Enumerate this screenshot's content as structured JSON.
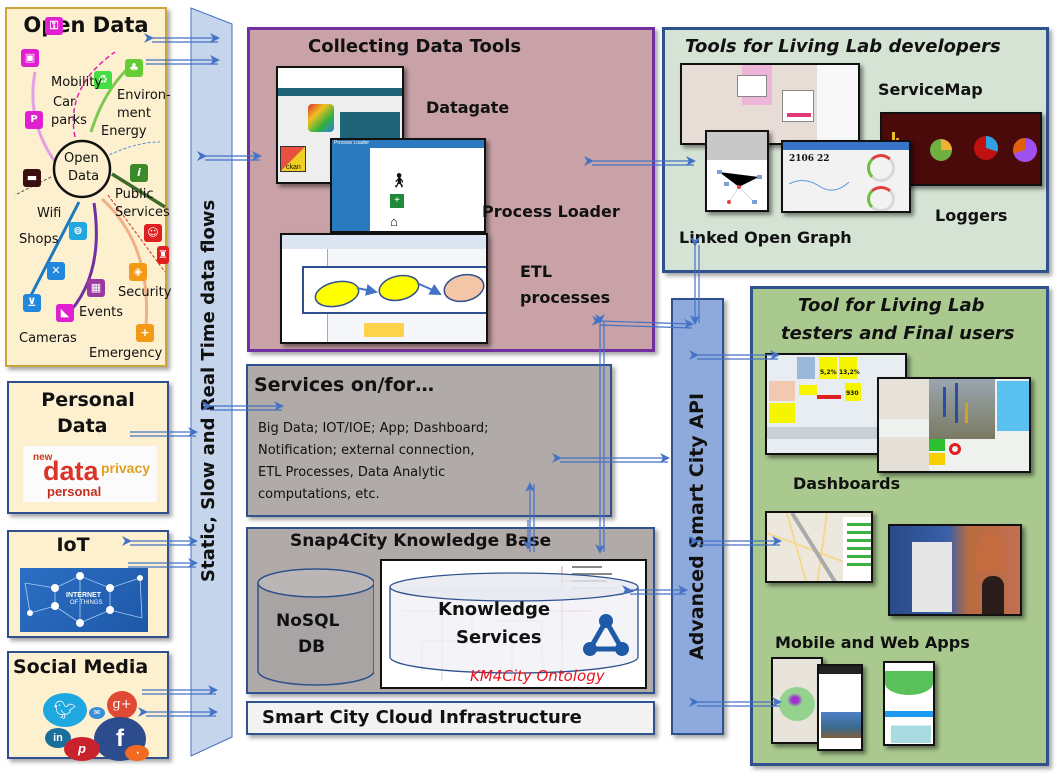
{
  "sources": {
    "open_data": {
      "title": "Open Data",
      "center": [
        "Open",
        "Data"
      ],
      "categories": [
        "Mobility",
        "Car",
        "parks",
        "Environ-",
        "ment",
        "Energy",
        "Public",
        "Services",
        "Wifi",
        "Shops",
        "Security",
        "Events",
        "Cameras",
        "Emergency"
      ]
    },
    "personal_data": {
      "title_line1": "Personal",
      "title_line2": "Data",
      "cloud_words": [
        "data",
        "privacy",
        "personal",
        "new"
      ]
    },
    "iot": {
      "title": "IoT",
      "image_text_line1": "INTERNET",
      "image_text_line2": "OF THINGS"
    },
    "social_media": {
      "title": "Social Media",
      "icons": [
        "twitter",
        "mail",
        "g+",
        "in",
        "f",
        "p",
        "rss"
      ]
    }
  },
  "flow_band": {
    "label": "Static, Slow and Real Time data flows"
  },
  "collecting": {
    "title": "Collecting Data Tools",
    "items": [
      "Datagate",
      "Process Loader",
      "ETL",
      "processes"
    ],
    "ckan_label": "ckan",
    "process_loader_header": "Process Loader"
  },
  "dev_tools": {
    "title": "Tools for Living Lab developers",
    "items": [
      "ServiceMap",
      "Loggers",
      "Linked Open Graph"
    ],
    "gauge_values": [
      "2106",
      "22"
    ]
  },
  "services": {
    "title": "Services on/for…",
    "lines": [
      "Big Data; IOT/IOE; App; Dashboard;",
      "Notification; external connection,",
      "ETL Processes, Data Analytic",
      "computations, etc."
    ]
  },
  "knowledge_base": {
    "title": "Snap4City Knowledge Base",
    "nosql_line1": "NoSQL",
    "nosql_line2": "DB",
    "ks_line1": "Knowledge",
    "ks_line2": "Services",
    "ontology": "KM4City Ontology"
  },
  "cloud": {
    "label": "Smart City Cloud Infrastructure"
  },
  "api": {
    "label": "Advanced Smart City API"
  },
  "users": {
    "title_line1": "Tool for Living Lab",
    "title_line2": "testers and Final users",
    "items": [
      "Dashboards",
      "Mobile and Web Apps"
    ],
    "dash_values": [
      "5,2%",
      "13,2%",
      "930"
    ]
  },
  "colors": {
    "arrow": "#4472c4",
    "source_bg": "#fdf0cf",
    "collecting_bg": "#c8a2a6",
    "collecting_border": "#7030a0",
    "dev_bg": "#d5e3d4",
    "users_bg": "#a9c98f",
    "services_bg": "#b0aaa8",
    "api_bg": "#8eaadc",
    "band_bg": "#c5d6ec",
    "ontology_red": "#e8141b"
  }
}
